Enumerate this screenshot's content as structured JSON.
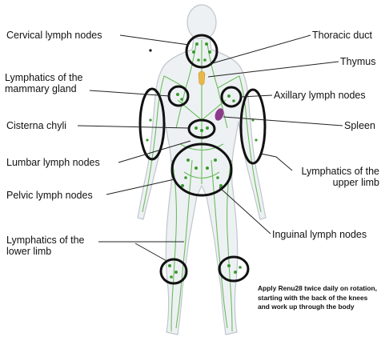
{
  "labels": {
    "cervical": "Cervical lymph nodes",
    "thoracic": "Thoracic duct",
    "thymus": "Thymus",
    "mammary": "Lymphatics of the mammary gland",
    "axillary": "Axillary lymph nodes",
    "cisterna": "Cisterna chyli",
    "spleen": "Spleen",
    "lumbar": "Lumbar lymph nodes",
    "upper_limb": "Lymphatics of the upper limb",
    "pelvic": "Pelvic lymph nodes",
    "inguinal": "Inguinal lymph nodes",
    "lower_limb": "Lymphatics of the lower limb"
  },
  "note": "Apply Renu28 twice daily on rotation, starting with the back of the knees and work up through the body",
  "colors": {
    "lymph": "#5bb84e",
    "node": "#3a9a2e",
    "body_outline": "#bfc6cc",
    "body_fill": "#eef1f3",
    "thymus": "#e8b84a",
    "spleen": "#8e3a8c",
    "ring": "#111111"
  }
}
